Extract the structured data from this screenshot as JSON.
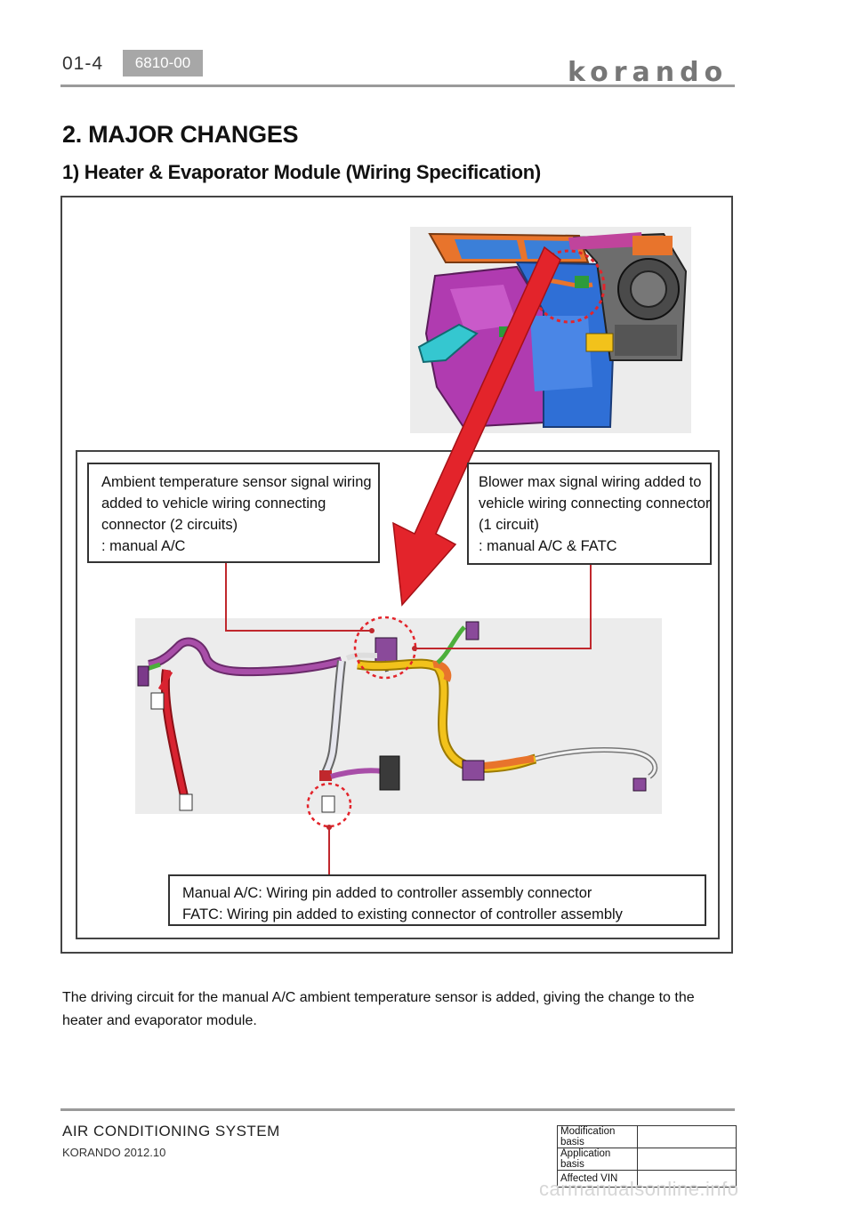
{
  "header": {
    "page_number": "01-4",
    "code_badge": "6810-00",
    "brand_logo": "korando"
  },
  "section_title": "2. MAJOR CHANGES",
  "subsection_title": "1) Heater & Evaporator Module (Wiring Specification)",
  "callouts": {
    "ambient": {
      "lines": [
        "Ambient temperature sensor signal wiring",
        "added to vehicle wiring connecting",
        "connector (2 circuits)",
        ": manual A/C"
      ]
    },
    "blower": {
      "lines": [
        "Blower max signal wiring added to",
        "vehicle wiring connecting connector",
        "(1 circuit)",
        ": manual A/C & FATC"
      ]
    },
    "controller": {
      "lines": [
        "Manual A/C: Wiring pin added to controller assembly connector",
        "FATC: Wiring pin added to existing connector of controller assembly"
      ]
    }
  },
  "body_text": "The driving circuit for the manual A/C ambient temperature sensor is added, giving the change to the heater and evaporator module.",
  "footer": {
    "title": "AIR CONDITIONING SYSTEM",
    "subtitle": "KORANDO 2012.10",
    "revision_labels": [
      "Modification basis",
      "Application basis",
      "Affected VIN"
    ]
  },
  "watermark": "carmanualsonline.info",
  "colors": {
    "callout_leader": "#c0282d",
    "highlight_arrow": "#e3242b",
    "harness_purple": "#8e3a8e",
    "harness_red": "#d82330",
    "harness_yellow": "#f2c21b",
    "harness_green": "#4caf3b",
    "module_magenta": "#b03bb0",
    "module_blue": "#2f6fd6",
    "module_orange": "#e8742c"
  }
}
